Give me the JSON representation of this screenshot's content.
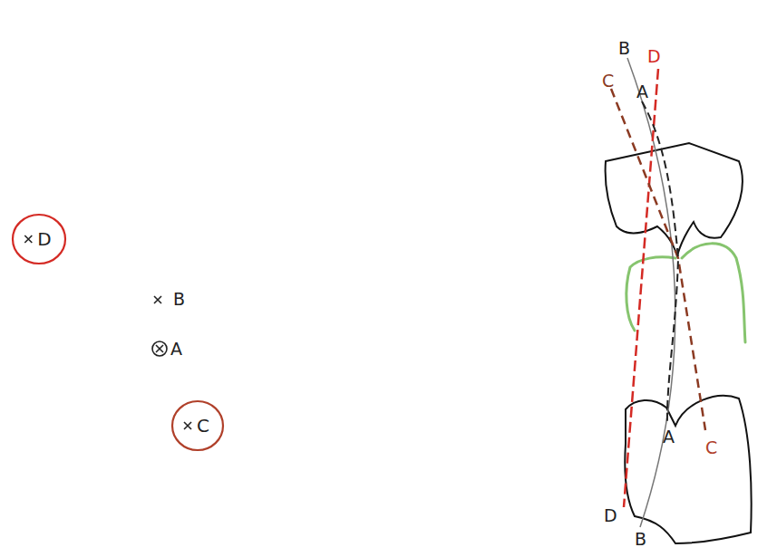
{
  "diagram": {
    "nodes": [
      {
        "text": [
          "D"
        ]
      },
      {
        "text": [
          "C"
        ]
      }
    ],
    "labels": [
      "B",
      "A",
      "B",
      "D",
      "C",
      "A",
      "A",
      "C",
      "D",
      "B"
    ]
  }
}
